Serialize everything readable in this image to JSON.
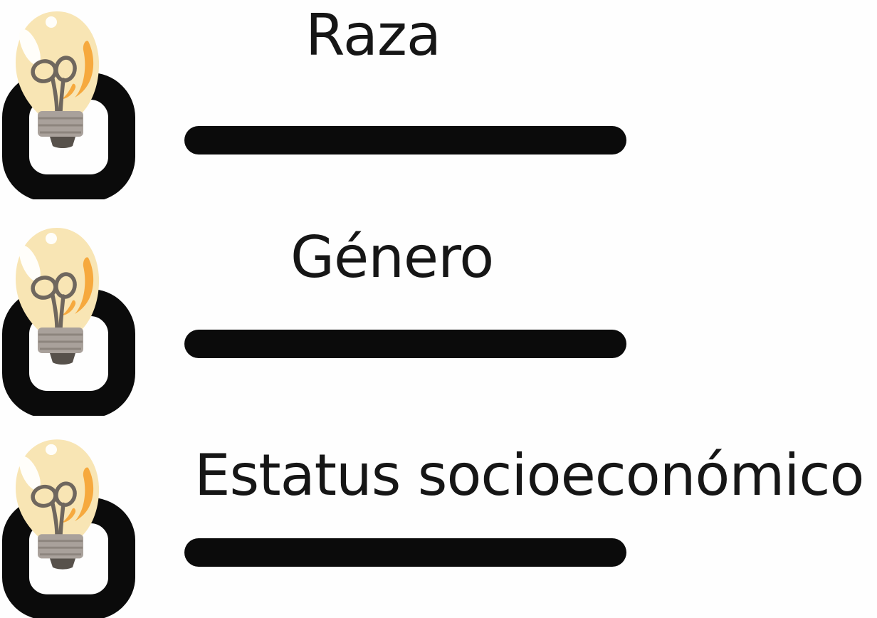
{
  "items": [
    {
      "label": "Raza"
    },
    {
      "label": "Género"
    },
    {
      "label": "Estatus socioeconómico"
    }
  ],
  "icon": {
    "name": "lightbulb-checkbox-icon"
  },
  "colors": {
    "background": "#FEFEFE",
    "text": "#161616",
    "bar": "#0B0B0B",
    "frame": "#0B0B0B",
    "glass": "#F8E5B4",
    "highlight": "#FFFEFA",
    "accent": "#F6A93E",
    "filament": "#6F675E",
    "base": "#A9A19B",
    "ridge": "#8D857E",
    "tip": "#57514B"
  }
}
